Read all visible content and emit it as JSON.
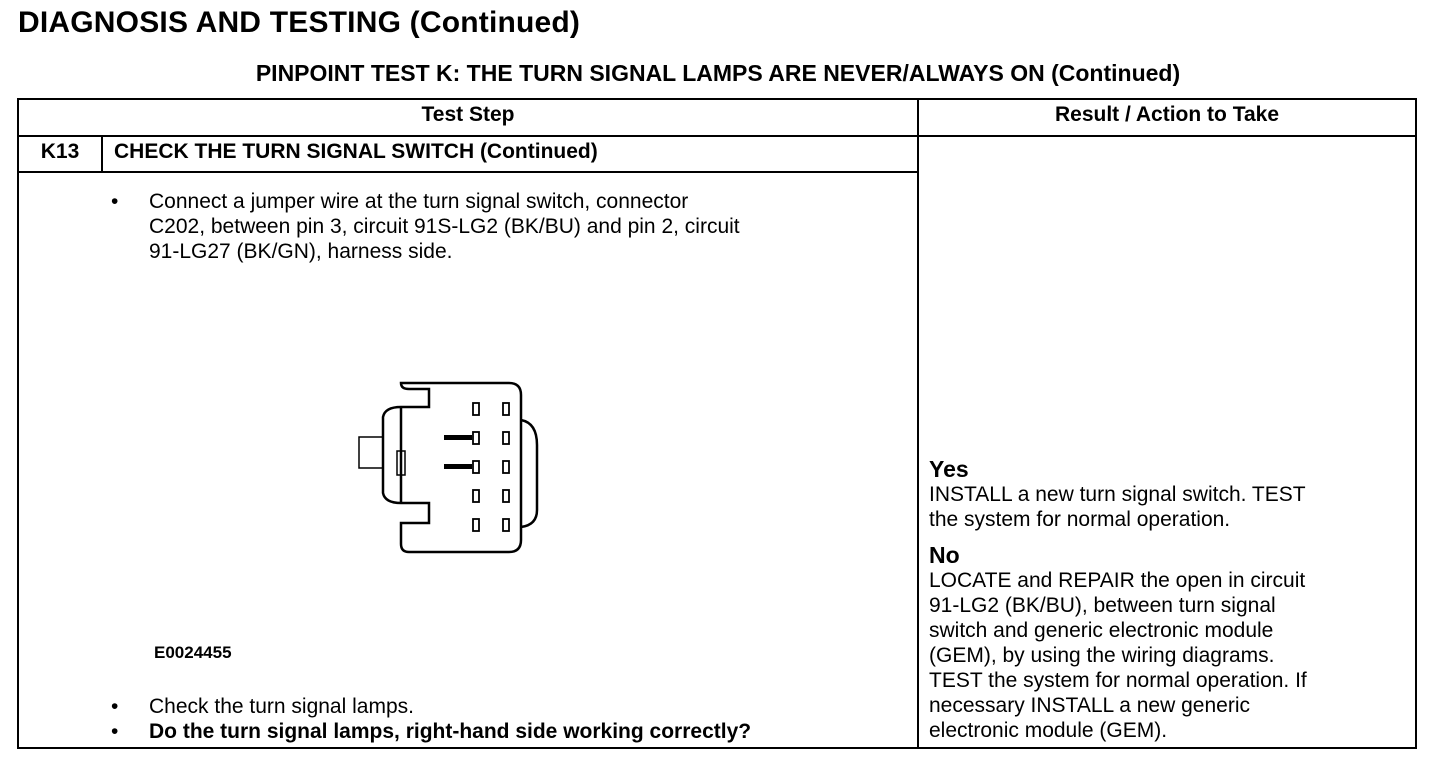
{
  "header": "DIAGNOSIS AND TESTING (Continued)",
  "subheader": "PINPOINT TEST K: THE TURN SIGNAL LAMPS ARE NEVER/ALWAYS ON (Continued)",
  "table": {
    "col_test_step": "Test Step",
    "col_result": "Result / Action to Take",
    "step_id": "K13",
    "step_title": "CHECK THE TURN SIGNAL SWITCH (Continued)",
    "bullets_top": [
      {
        "marker": "•",
        "lines": [
          "Connect a jumper wire at the turn signal switch, connector",
          "C202, between pin 3, circuit 91S-LG2 (BK/BU) and pin 2, circuit",
          "91-LG27 (BK/GN), harness side."
        ]
      }
    ],
    "figure_id": "E0024455",
    "bullets_bottom": [
      {
        "marker": "•",
        "text": "Check the turn signal lamps."
      },
      {
        "marker": "•",
        "text": "Do the turn signal lamps, right-hand side working correctly?"
      }
    ],
    "result": {
      "yes_label": "Yes",
      "yes_lines": [
        "INSTALL a new turn signal switch. TEST",
        "the system for normal operation."
      ],
      "no_label": "No",
      "no_lines": [
        "LOCATE and REPAIR the open in circuit",
        "91-LG2 (BK/BU), between turn signal",
        "switch and generic electronic module",
        "(GEM), by using the wiring diagrams.",
        "TEST the system for normal operation. If",
        "necessary INSTALL a new generic",
        "electronic module  (GEM)."
      ]
    }
  }
}
